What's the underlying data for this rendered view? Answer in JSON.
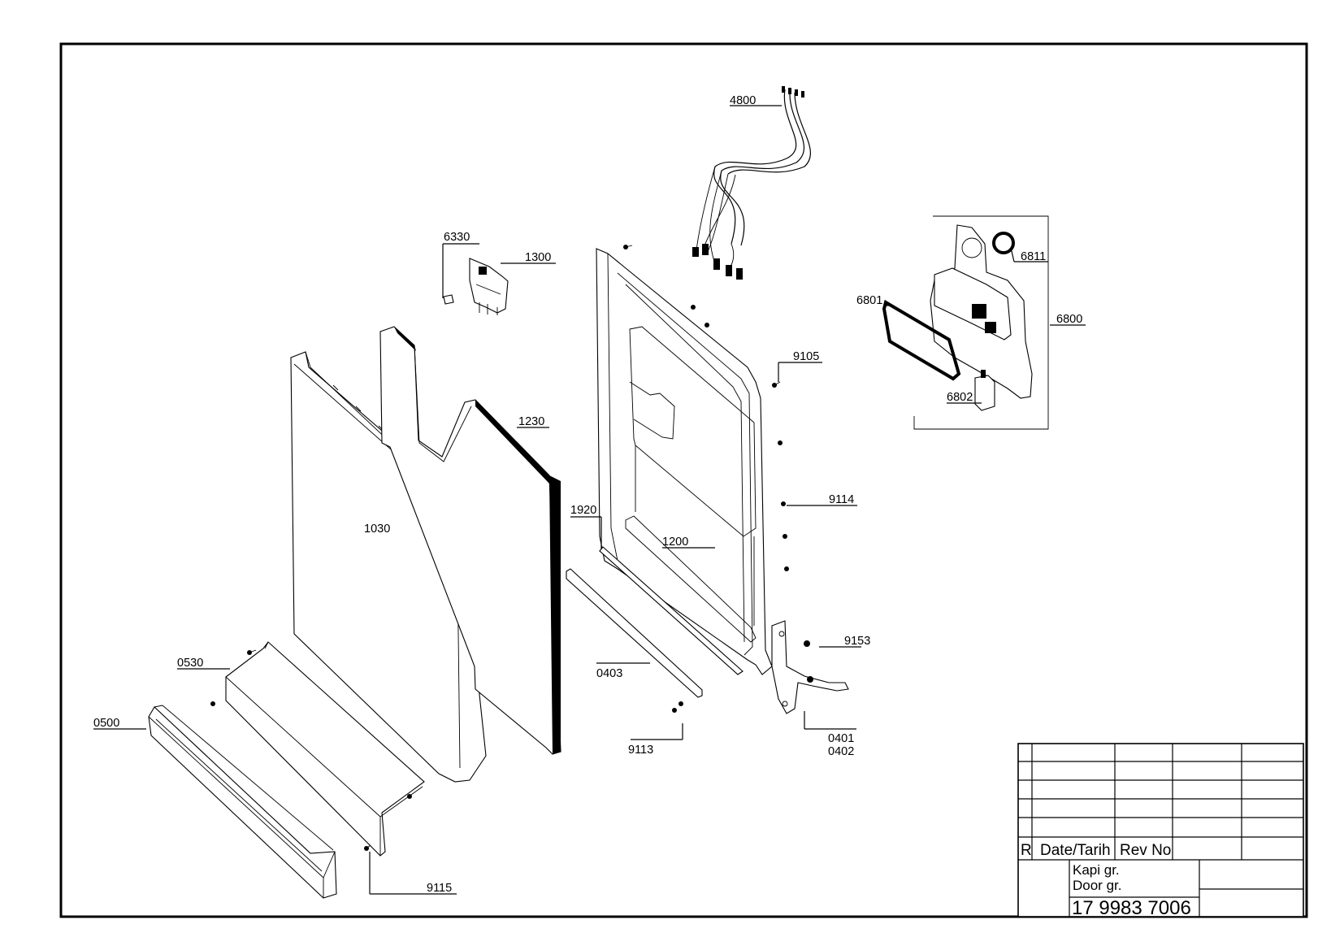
{
  "diagram": {
    "parts": {
      "p4800": "4800",
      "p6330": "6330",
      "p1300": "1300",
      "p6811": "6811",
      "p6801": "6801",
      "p6800": "6800",
      "p9105": "9105",
      "p6802": "6802",
      "p1230": "1230",
      "p1030": "1030",
      "p1920": "1920",
      "p9114": "9114",
      "p1200": "1200",
      "p9153": "9153",
      "p0530": "0530",
      "p0403": "0403",
      "p0500": "0500",
      "p9113": "9113",
      "p0401": "0401",
      "p0402": "0402",
      "p9115": "9115"
    }
  },
  "title_block": {
    "rev_col": "R",
    "date_col": "Date/Tarih",
    "revno_col": "Rev No",
    "title_tr": "Kapi gr.",
    "title_en": "Door gr.",
    "drawing_number": "17 9983 7006"
  }
}
